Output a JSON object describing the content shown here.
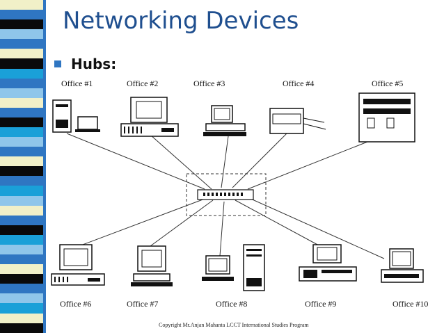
{
  "title": "Networking Devices",
  "bullet": "Hubs:",
  "offices": {
    "office1": "Office #1",
    "office2": "Office #2",
    "office3": "Office #3",
    "office4": "Office #4",
    "office5": "Office #5",
    "office6": "Office #6",
    "office7": "Office #7",
    "office8": "Office #8",
    "office9": "Office #9",
    "office10": "Office #10"
  },
  "copyright": "Copyright Mr.Anjan Mahanta LCCT International Studies Program",
  "colors": {
    "title": "#1f4f8f",
    "accent": "#2f76c2",
    "stripe": [
      "#f1f0c8",
      "#2f76c2",
      "#0a0a0a",
      "#8fc6ea",
      "#1aa0d8"
    ]
  }
}
